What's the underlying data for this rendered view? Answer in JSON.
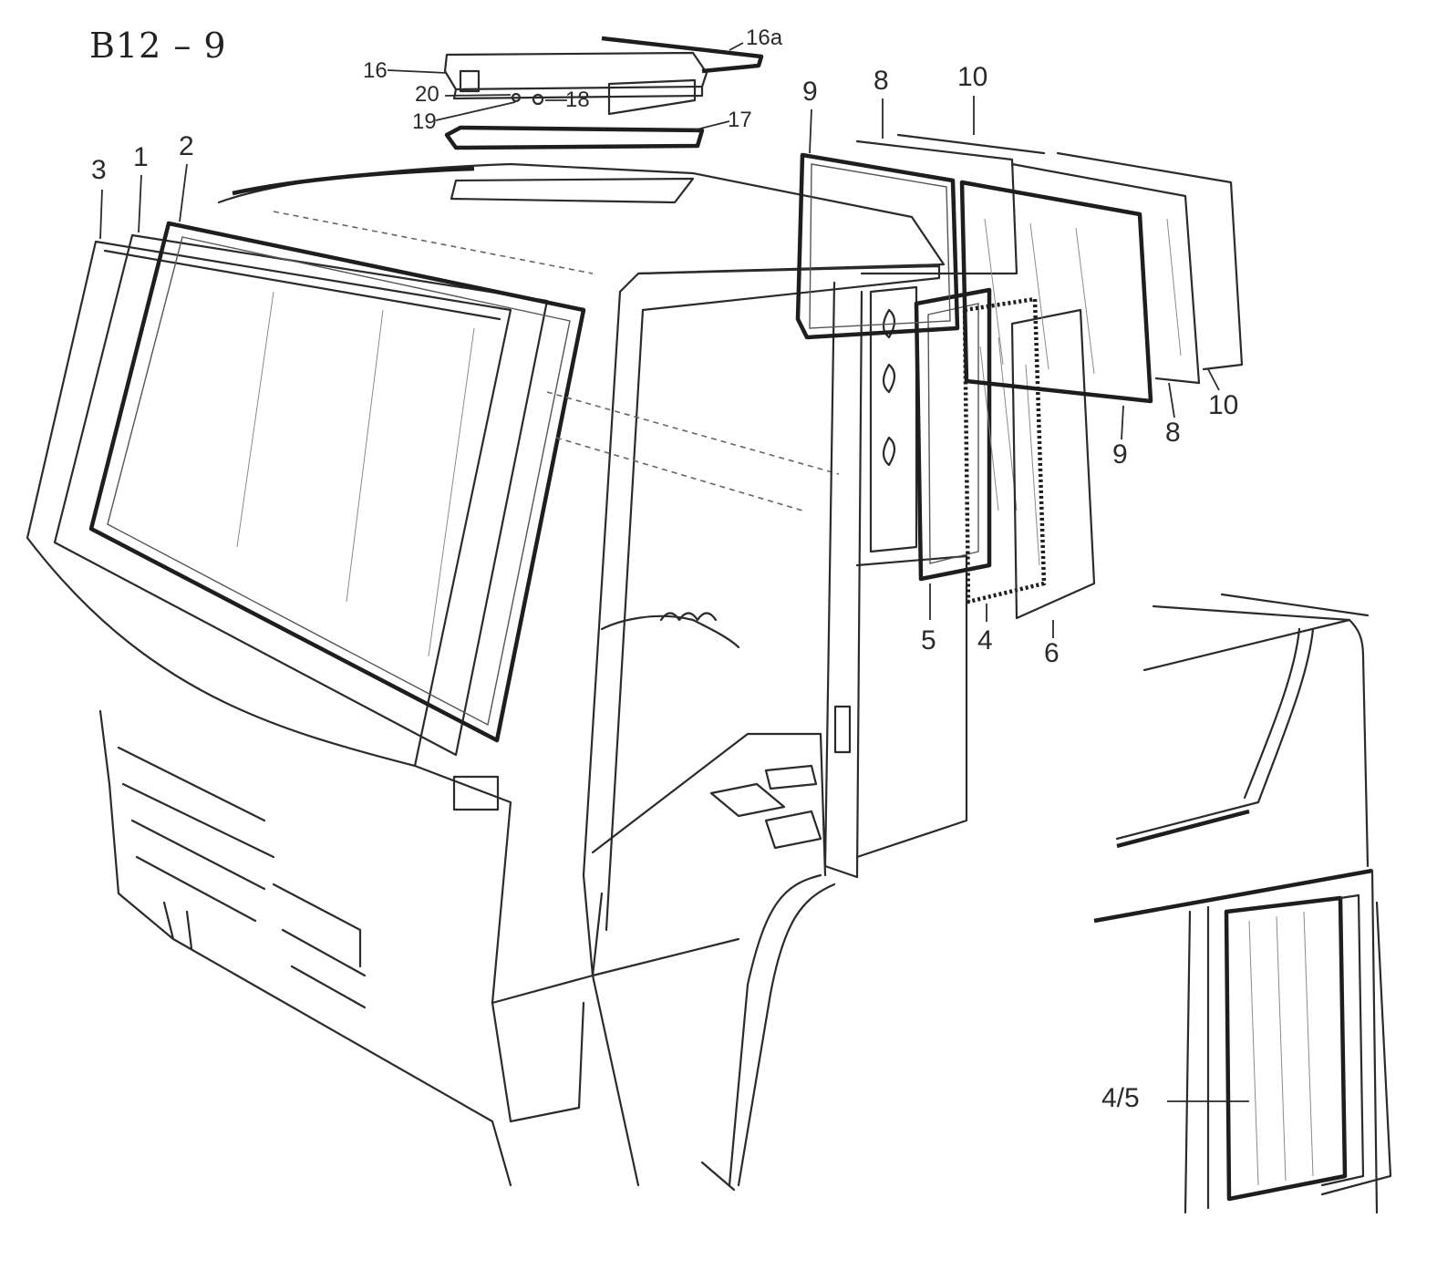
{
  "figure": {
    "id_label": "B12 – 9"
  },
  "callouts": {
    "c16a": "16a",
    "c16": "16",
    "c20": "20",
    "c18": "18",
    "c19": "19",
    "c17": "17",
    "c3": "3",
    "c1": "1",
    "c2": "2",
    "c9_top": "9",
    "c8_top": "8",
    "c10_top": "10",
    "c10_right": "10",
    "c8_right": "8",
    "c9_right": "9",
    "c5": "5",
    "c4": "4",
    "c6": "6",
    "c45": "4/5"
  }
}
